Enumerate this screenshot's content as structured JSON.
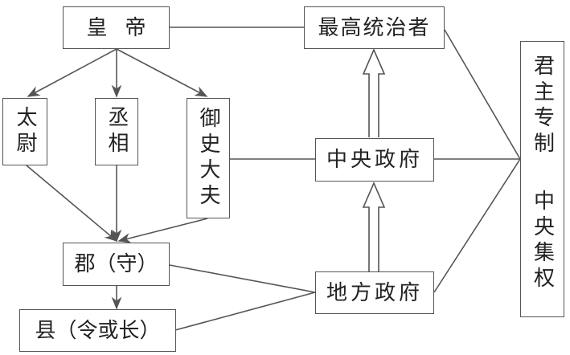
{
  "diagram": {
    "nodes": {
      "emperor": "皇帝",
      "taiwei": "太尉",
      "chengxiang": "丞相",
      "yushidafu": "御史大夫",
      "jun": "郡（守）",
      "xian": "县（令或长）",
      "supreme_ruler": "最高统治者",
      "central_gov": "中央政府",
      "local_gov": "地方政府",
      "autocracy": "君主专制",
      "centralization": "中央集权"
    }
  }
}
